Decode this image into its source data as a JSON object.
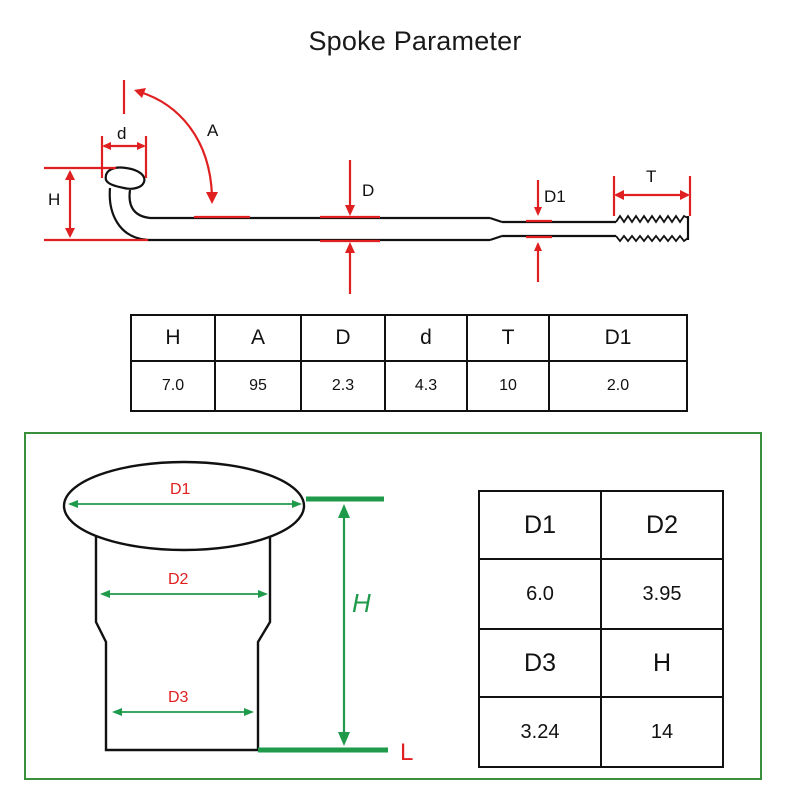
{
  "title": "Spoke Parameter",
  "spoke_labels": {
    "d": "d",
    "A": "A",
    "H": "H",
    "D": "D",
    "D1": "D1",
    "T": "T"
  },
  "spoke_table": {
    "headers": [
      "H",
      "A",
      "D",
      "d",
      "T",
      "D1"
    ],
    "values": [
      "7.0",
      "95",
      "2.3",
      "4.3",
      "10",
      "2.0"
    ]
  },
  "nipple_labels": {
    "D1": "D1",
    "D2": "D2",
    "D3": "D3",
    "H": "H",
    "L": "L"
  },
  "nipple_table": {
    "row1_headers": [
      "D1",
      "D2"
    ],
    "row1_values": [
      "6.0",
      "3.95"
    ],
    "row2_headers": [
      "D3",
      "H"
    ],
    "row2_values": [
      "3.24",
      "14"
    ]
  },
  "colors": {
    "red": "#e02020",
    "green": "#1e9a4a",
    "panel_border": "#3a8f3a",
    "line": "#111111"
  }
}
